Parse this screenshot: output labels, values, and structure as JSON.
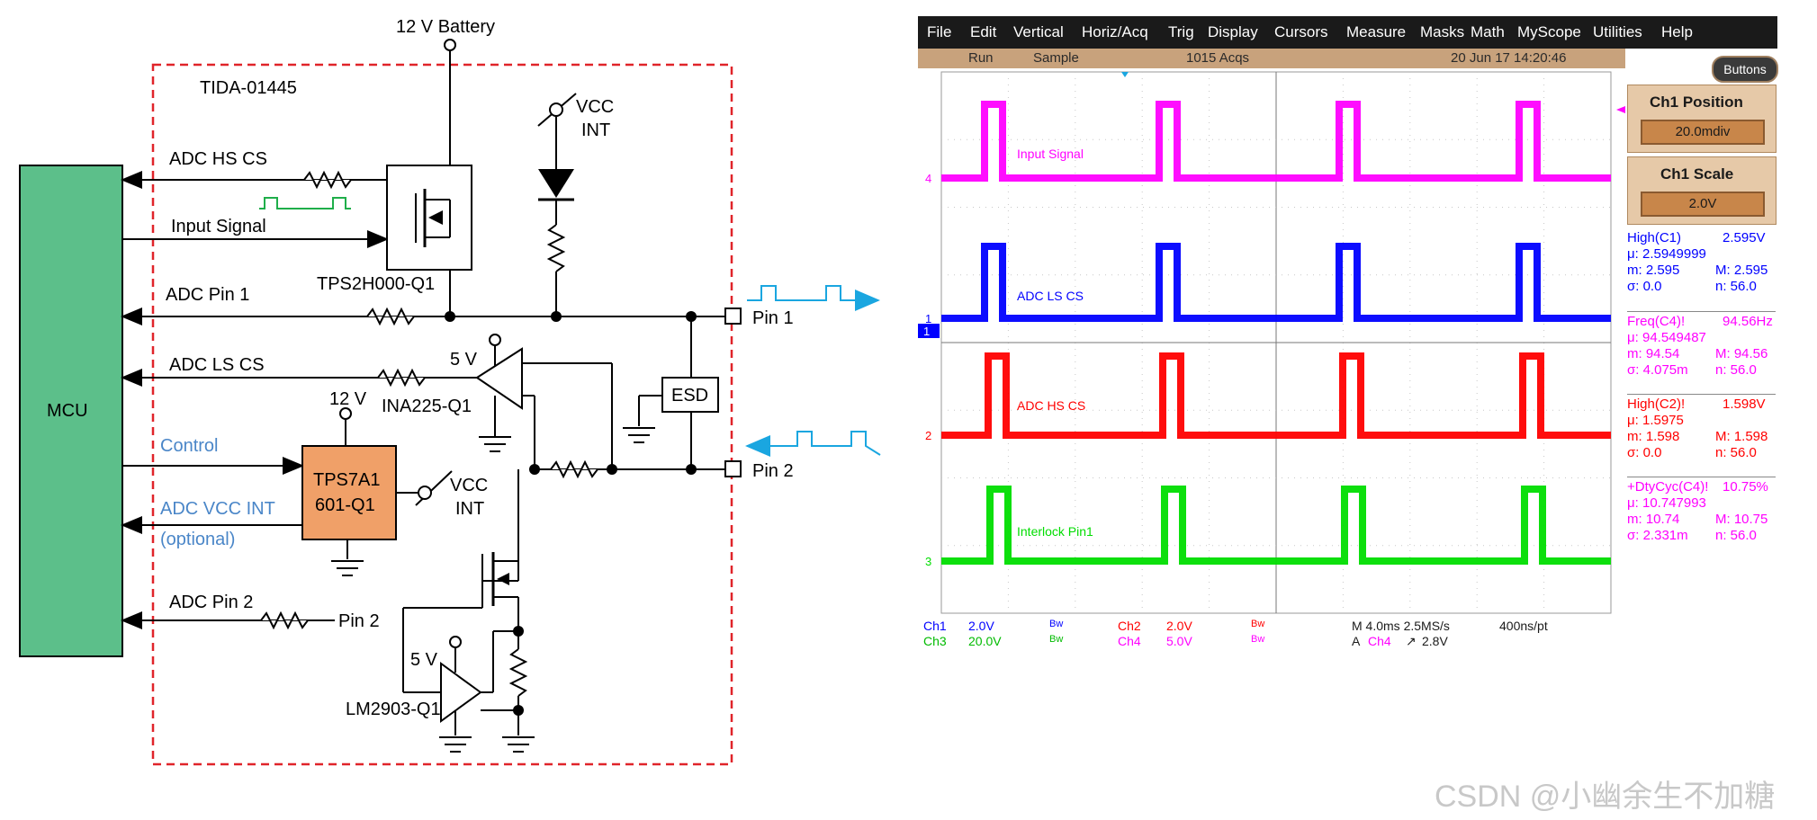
{
  "diagram": {
    "battery_label": "12 V Battery",
    "board_label": "TIDA-01445",
    "mcu_label": "MCU",
    "adc_hs_cs": "ADC HS CS",
    "input_signal": "Input Signal",
    "adc_pin1": "ADC Pin 1",
    "adc_ls_cs": "ADC LS CS",
    "control": "Control",
    "adc_vcc_int": "ADC VCC INT",
    "optional": "(optional)",
    "adc_pin2": "ADC Pin 2",
    "pin2_small": "Pin 2",
    "tps2h000": "TPS2H000-Q1",
    "vcc_int_top": "VCC",
    "vcc_int_top2": "INT",
    "five_v_1": "5 V",
    "ina225": "INA225-Q1",
    "twelve_v": "12 V",
    "tps7a1_line1": "TPS7A1",
    "tps7a1_line2": "601-Q1",
    "vcc_int_mid": "VCC",
    "vcc_int_mid2": "INT",
    "esd": "ESD",
    "pin1": "Pin 1",
    "pin2": "Pin 2",
    "five_v_2": "5 V",
    "lm2903": "LM2903-Q1",
    "colors": {
      "border_dash": "#e0242a",
      "mcu_fill": "#5cbf8a",
      "ldo_fill": "#f0a068",
      "blue_text": "#4a86c8",
      "green_signal": "#1fae4a",
      "cyan_signal": "#1aa6e0"
    }
  },
  "scope": {
    "menu": [
      "File",
      "Edit",
      "Vertical",
      "Horiz/Acq",
      "Trig",
      "Display",
      "Cursors",
      "Measure",
      "Masks",
      "Math",
      "MyScope",
      "Utilities",
      "Help"
    ],
    "status": {
      "mode": "Run",
      "acq": "Sample",
      "count": "1015 Acqs",
      "datetime": "20 Jun 17 14:20:46"
    },
    "buttons_label": "Buttons",
    "ch1_position_title": "Ch1 Position",
    "ch1_position_value": "20.0mdiv",
    "ch1_scale_title": "Ch1 Scale",
    "ch1_scale_value": "2.0V",
    "traces": [
      {
        "label": "Input Signal",
        "marker": "4",
        "color": "#ff00ff"
      },
      {
        "label": "ADC LS CS",
        "marker": "1",
        "color": "#0000ff"
      },
      {
        "label": "ADC HS CS",
        "marker": "2",
        "color": "#ff0000"
      },
      {
        "label": "Interlock Pin1",
        "marker": "3",
        "color": "#00dd00"
      }
    ],
    "measurements": [
      {
        "color": "#0000ff",
        "title": "High(C1)",
        "value": "2.595V",
        "mu": "μ: 2.5949999",
        "m": "m: 2.595",
        "M": "M: 2.595",
        "sigma": "σ: 0.0",
        "n": "n: 56.0"
      },
      {
        "color": "#ff00ff",
        "title": "Freq(C4)!",
        "value": "94.56Hz",
        "mu": "μ: 94.549487",
        "m": "m: 94.54",
        "M": "M: 94.56",
        "sigma": "σ: 4.075m",
        "n": "n: 56.0"
      },
      {
        "color": "#ff0000",
        "title": "High(C2)!",
        "value": "1.598V",
        "mu": "μ: 1.5975",
        "m": "m: 1.598",
        "M": "M: 1.598",
        "sigma": "σ: 0.0",
        "n": "n: 56.0"
      },
      {
        "color": "#ff00ff",
        "title": "+DtyCyc(C4)!",
        "value": "10.75%",
        "mu": "μ: 10.747993",
        "m": "m: 10.74",
        "M": "M: 10.75",
        "sigma": "σ: 2.331m",
        "n": "n: 56.0"
      }
    ],
    "bottom": {
      "ch1": "Ch1",
      "ch1_v": "2.0V",
      "ch2": "Ch2",
      "ch2_v": "2.0V",
      "ch3": "Ch3",
      "ch3_v": "20.0V",
      "ch4": "Ch4",
      "ch4_v": "5.0V",
      "bw": "Bw",
      "timebase": "M 4.0ms 2.5MS/s",
      "res": "400ns/pt",
      "trig_a": "A",
      "trig_ch": "Ch4",
      "trig_sym": "↗",
      "trig_level": "2.8V"
    }
  },
  "watermark": "CSDN @小幽余生不加糖"
}
